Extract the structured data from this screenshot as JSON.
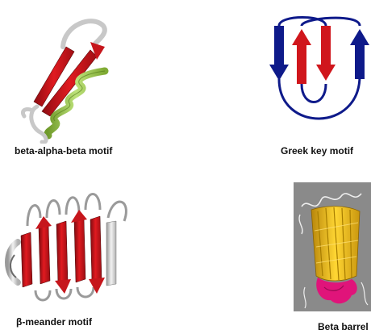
{
  "figure": {
    "panels": [
      {
        "label": "beta-alpha-beta motif",
        "icon": "beta-alpha-beta-motif-illustration"
      },
      {
        "label": "Greek key motif",
        "icon": "greek-key-motif-illustration"
      },
      {
        "label": "β-meander motif",
        "icon": "beta-meander-motif-illustration"
      },
      {
        "label": "Beta barrel",
        "icon": "beta-barrel-illustration"
      }
    ],
    "colors": {
      "strand_red": "#d0161c",
      "strand_dark_red": "#8e0d12",
      "helix_green": "#9ccc4a",
      "loop_gray": "#c8c8c8",
      "greek_blue": "#0e1a8a",
      "barrel_bg": "#8a8a8a",
      "barrel_yellow": "#f2c21a",
      "barrel_magenta": "#e0147a"
    }
  }
}
